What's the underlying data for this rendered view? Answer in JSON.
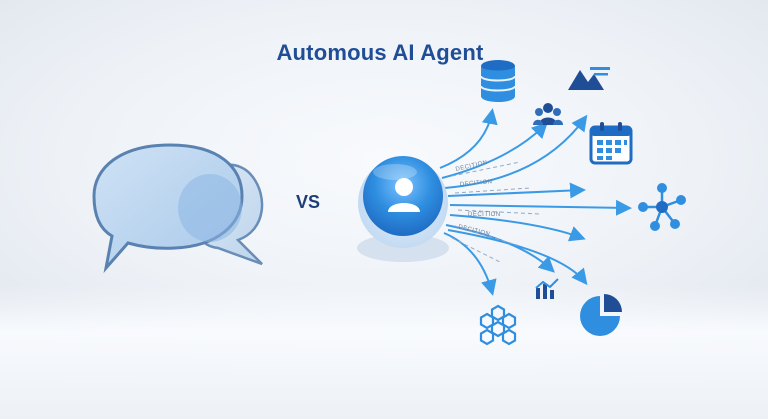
{
  "title": "Automous AI Agent",
  "vs_label": "VS",
  "flow_label": "DEСITION",
  "flow_labels_short": [
    "DECITION",
    "DECITION",
    "DECITION",
    "DECITION"
  ],
  "colors": {
    "primary": "#2f8ee0",
    "navy": "#1f4e96",
    "arrow": "#3a9ae6",
    "bubble_stroke": "#5a82b0"
  },
  "icons": [
    "speech-bubbles-icon",
    "ai-agent-icon",
    "database-icon",
    "image-icon",
    "users-icon",
    "calendar-icon",
    "network-icon",
    "hexagon-grid-icon",
    "bar-chart-icon",
    "pie-chart-icon"
  ]
}
